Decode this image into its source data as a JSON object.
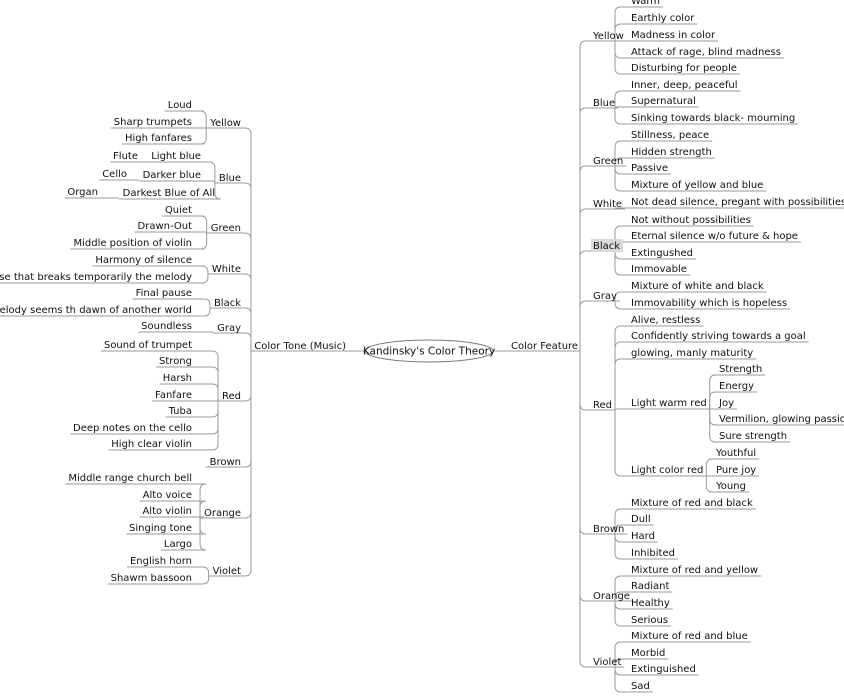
{
  "root": "Kandinsky's Color Theory",
  "left": {
    "label": "Color Tone (Music)",
    "children": [
      {
        "label": "Yellow",
        "children": [
          {
            "label": "Loud"
          },
          {
            "label": "Sharp trumpets"
          },
          {
            "label": "High fanfares"
          }
        ]
      },
      {
        "label": "Blue",
        "children": [
          {
            "label": "Light blue",
            "children": [
              {
                "label": "Flute"
              }
            ]
          },
          {
            "label": "Darker blue",
            "children": [
              {
                "label": "Cello"
              }
            ]
          },
          {
            "label": "Darkest Blue of All",
            "children": [
              {
                "label": "Organ"
              }
            ]
          }
        ]
      },
      {
        "label": "Green",
        "children": [
          {
            "label": "Quiet"
          },
          {
            "label": "Drawn-Out"
          },
          {
            "label": "Middle position of violin"
          }
        ]
      },
      {
        "label": "White",
        "children": [
          {
            "label": "Harmony of silence"
          },
          {
            "label": "Pause that breaks temporarily the melody"
          }
        ]
      },
      {
        "label": "Black",
        "children": [
          {
            "label": "Final pause"
          },
          {
            "label": "Melody seems th dawn of another world"
          }
        ]
      },
      {
        "label": "Gray",
        "children": [
          {
            "label": "Soundless"
          }
        ]
      },
      {
        "label": "Red",
        "children": [
          {
            "label": "Sound of trumpet"
          },
          {
            "label": "Strong"
          },
          {
            "label": "Harsh"
          },
          {
            "label": "Fanfare"
          },
          {
            "label": "Tuba"
          },
          {
            "label": "Deep notes on the cello"
          },
          {
            "label": "High clear violin"
          }
        ]
      },
      {
        "label": "Brown",
        "children": []
      },
      {
        "label": "Orange",
        "children": [
          {
            "label": "Middle range church bell"
          },
          {
            "label": "Alto voice"
          },
          {
            "label": "Alto violin"
          },
          {
            "label": "Singing tone"
          },
          {
            "label": "Largo"
          }
        ]
      },
      {
        "label": "Violet",
        "children": [
          {
            "label": "English horn"
          },
          {
            "label": "Shawm bassoon"
          }
        ]
      }
    ]
  },
  "right": {
    "label": "Color Feature",
    "children": [
      {
        "label": "Yellow",
        "children": [
          {
            "label": "Warm"
          },
          {
            "label": "Earthly color"
          },
          {
            "label": "Madness in color"
          },
          {
            "label": "Attack of rage, blind madness"
          },
          {
            "label": "Disturbing for people"
          }
        ]
      },
      {
        "label": "Blue",
        "children": [
          {
            "label": "Inner, deep, peaceful"
          },
          {
            "label": "Supernatural"
          },
          {
            "label": "Sinking towards black- mourning"
          }
        ]
      },
      {
        "label": "Green",
        "children": [
          {
            "label": "Stillness, peace"
          },
          {
            "label": "Hidden strength"
          },
          {
            "label": "Passive"
          },
          {
            "label": "Mixture of yellow and blue"
          }
        ]
      },
      {
        "label": "White",
        "children": [
          {
            "label": "Not dead silence, pregant with possibilities"
          }
        ]
      },
      {
        "label": "Black",
        "highlight": true,
        "children": [
          {
            "label": "Not without possibilities"
          },
          {
            "label": "Eternal silence w/o future & hope"
          },
          {
            "label": "Extingushed"
          },
          {
            "label": "Immovable"
          }
        ]
      },
      {
        "label": "Gray",
        "children": [
          {
            "label": "Mixture of white and black"
          },
          {
            "label": "Immovability which is hopeless"
          }
        ]
      },
      {
        "label": "Red",
        "children": [
          {
            "label": "Alive, restless"
          },
          {
            "label": "Confidently striving towards a goal"
          },
          {
            "label": "glowing, manly maturity"
          },
          {
            "label": "Light warm red",
            "children": [
              {
                "label": "Strength"
              },
              {
                "label": "Energy"
              },
              {
                "label": "Joy"
              },
              {
                "label": "Vermilion, glowing passion"
              },
              {
                "label": "Sure strength"
              }
            ]
          },
          {
            "label": "Light color red",
            "children": [
              {
                "label": "Youthful"
              },
              {
                "label": "Pure joy"
              },
              {
                "label": "Young"
              }
            ]
          }
        ]
      },
      {
        "label": "Brown",
        "children": [
          {
            "label": "Mixture of red and black"
          },
          {
            "label": "Dull"
          },
          {
            "label": "Hard"
          },
          {
            "label": "Inhibited"
          }
        ]
      },
      {
        "label": "Orange",
        "children": [
          {
            "label": "Mixture of red and yellow"
          },
          {
            "label": "Radiant"
          },
          {
            "label": "Healthy"
          },
          {
            "label": "Serious"
          }
        ]
      },
      {
        "label": "Violet",
        "children": [
          {
            "label": "Mixture of red and blue"
          },
          {
            "label": "Morbid"
          },
          {
            "label": "Extinguished"
          },
          {
            "label": "Sad"
          }
        ]
      }
    ]
  }
}
